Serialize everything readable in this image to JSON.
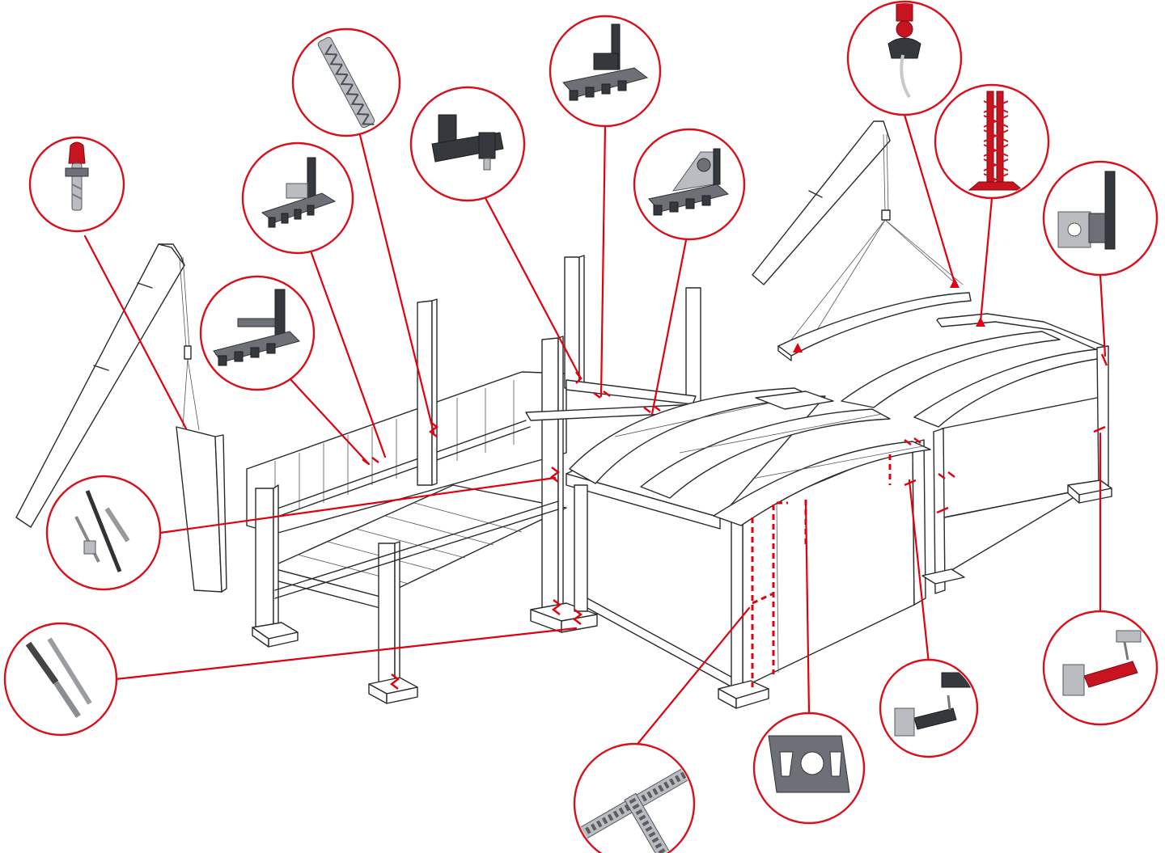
{
  "diagram": {
    "background": "#ffffff",
    "accent_color": "#e1000f",
    "line_color": "#2a2a2a",
    "callouts": [
      {
        "id": "lifting-anchor",
        "icon": "lifting-anchor-icon"
      },
      {
        "id": "anchor-rail",
        "icon": "anchor-rail-icon"
      },
      {
        "id": "wall-shoe-bracket",
        "icon": "wall-shoe-bracket-icon"
      },
      {
        "id": "clamp-fixture",
        "icon": "clamp-fixture-icon"
      },
      {
        "id": "connection-bracket-angled",
        "icon": "connection-bracket-icon"
      },
      {
        "id": "wall-shoe-with-bracket",
        "icon": "shoe-bracket-icon"
      },
      {
        "id": "support-shoe",
        "icon": "support-shoe-icon"
      },
      {
        "id": "bolt-set",
        "icon": "bolt-set-icon"
      },
      {
        "id": "threaded-anchor",
        "icon": "threaded-anchor-icon"
      },
      {
        "id": "lifting-clutch",
        "icon": "lifting-clutch-icon"
      },
      {
        "id": "lattice-girder",
        "icon": "lattice-girder-icon"
      },
      {
        "id": "corner-bracket",
        "icon": "corner-bracket-icon"
      },
      {
        "id": "red-connector",
        "icon": "red-connector-icon"
      },
      {
        "id": "black-connector",
        "icon": "black-connector-icon"
      },
      {
        "id": "box-connector",
        "icon": "box-connector-icon"
      },
      {
        "id": "mesh-rail",
        "icon": "mesh-rail-icon"
      }
    ]
  }
}
